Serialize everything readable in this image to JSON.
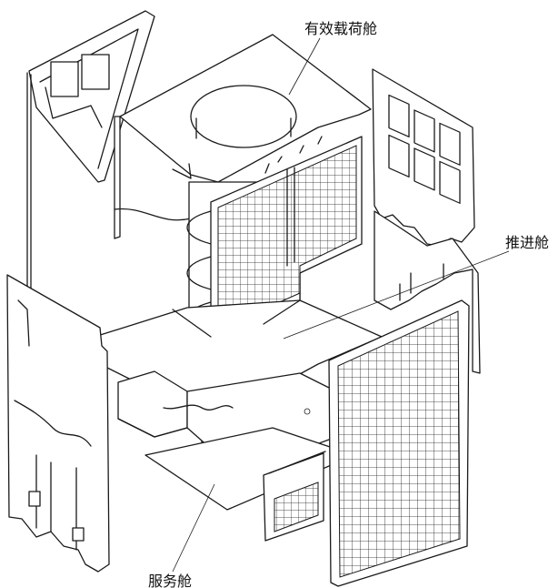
{
  "labels": {
    "payload_module": "有效载荷舱",
    "propulsion_module": "推进舱",
    "service_module": "服务舱"
  }
}
